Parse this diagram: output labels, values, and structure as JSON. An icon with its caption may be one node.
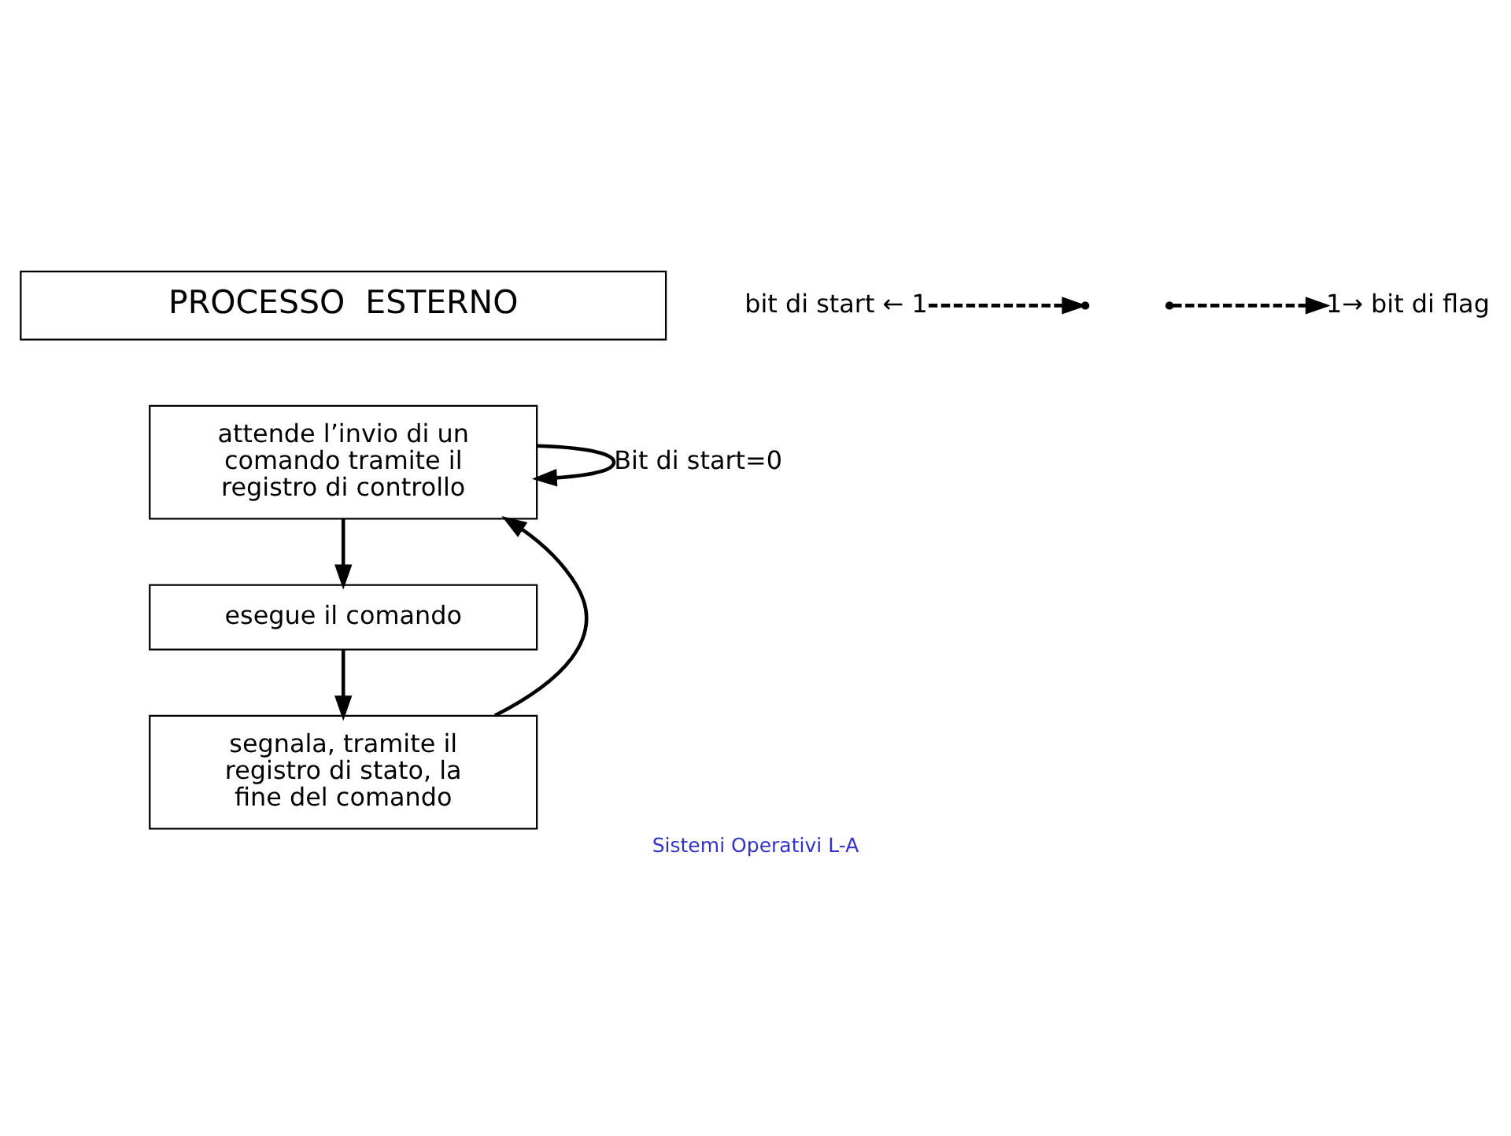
{
  "diagram": {
    "caption": "Sistemi Operativi L-A",
    "nodes": [
      {
        "text": [
          "PROCESSO  ESTERNO"
        ]
      },
      {
        "text": [
          "attende l’invio di un comando tramite il registro di controllo"
        ]
      },
      {
        "text": [
          "esegue il comando"
        ]
      },
      {
        "text": [
          "segnala, tramite il registro di stato, la fine del comando"
        ]
      },
      {
        "text": [
          "bit di start ← 1"
        ]
      },
      {
        "text": [
          "1→ bit di flag"
        ]
      }
    ],
    "edges": [
      {
        "from": 1,
        "to": 2,
        "arrow": "to"
      },
      {
        "from": 2,
        "to": 3,
        "arrow": "to"
      },
      {
        "from": 3,
        "to": 1,
        "arrow": "to"
      },
      {
        "from": 1,
        "to": 1,
        "arrow": "to",
        "label": "Bit di start=0"
      },
      {
        "from": 4,
        "to": null,
        "arrow": "to",
        "style": "dashed"
      },
      {
        "from": null,
        "to": 5,
        "arrow": "to",
        "style": "dashed"
      }
    ]
  }
}
